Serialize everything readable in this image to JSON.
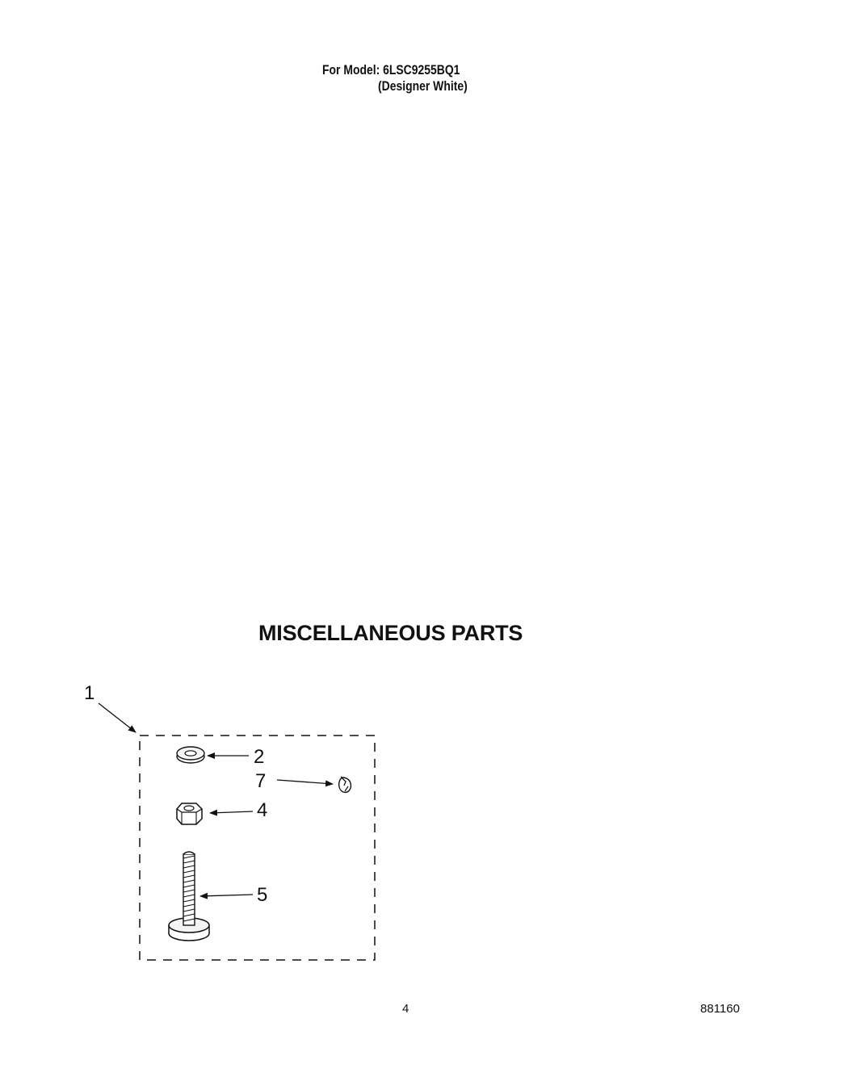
{
  "header": {
    "model_line": "For Model: 6LSC9255BQ1",
    "variant_line": "(Designer White)"
  },
  "section": {
    "title": "MISCELLANEOUS PARTS"
  },
  "diagram": {
    "callouts": [
      {
        "id": "kit",
        "label": "1",
        "part": "parts-kit"
      },
      {
        "id": "washer",
        "label": "2",
        "part": "washer-icon"
      },
      {
        "id": "clip",
        "label": "7",
        "part": "clip-icon"
      },
      {
        "id": "nut",
        "label": "4",
        "part": "hex-nut-icon"
      },
      {
        "id": "bolt",
        "label": "5",
        "part": "leveling-bolt-icon"
      }
    ]
  },
  "footer": {
    "page_number": "4",
    "document_number": "881160"
  },
  "colors": {
    "ink": "#111111",
    "paper": "#ffffff"
  }
}
